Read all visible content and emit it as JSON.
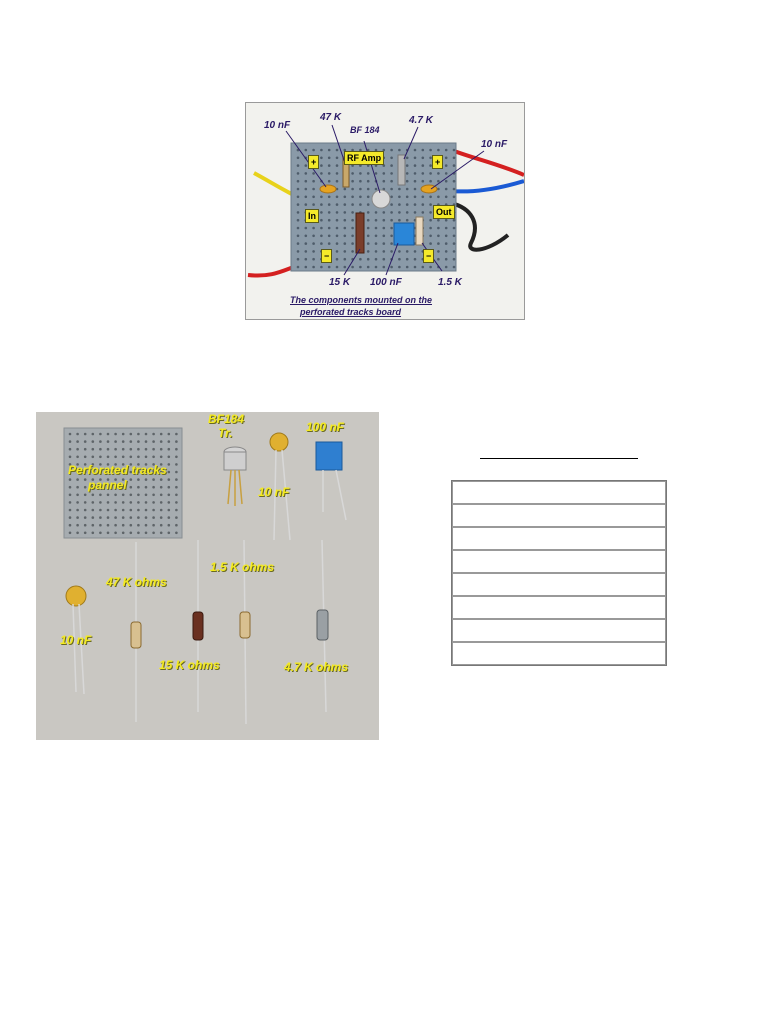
{
  "photo_top": {
    "labels": {
      "cap_left": "10 nF",
      "res_47k": "47 K",
      "transistor": "BF 184",
      "res_4_7k": "4.7 K",
      "cap_right": "10 nF",
      "res_15k": "15 K",
      "cap_100n": "100 nF",
      "res_1_5k": "1.5 K"
    },
    "board_tags": {
      "title": "RF Amp",
      "plus_left": "+",
      "plus_right": "+",
      "in": "In",
      "out": "Out",
      "minus_left": "−",
      "minus_right": "−"
    },
    "caption_line1": "The components mounted on the",
    "caption_line2": "perforated tracks board"
  },
  "photo_bottom": {
    "labels": {
      "panel_line1": "Perforated tracks",
      "panel_line2": "pannel",
      "transistor_line1": "BF184",
      "transistor_line2": "Tr.",
      "cap_10n_top": "10 nF",
      "cap_100n": "100 nF",
      "res_47k": "47 K ohms",
      "res_1_5k": "1.5 K ohms",
      "cap_10n_left": "10 nF",
      "res_15k": "15 K ohms",
      "res_4_7k": "4.7 K ohms"
    }
  },
  "parts_table": {
    "rows": [
      "",
      "",
      "",
      "",
      "",
      "",
      "",
      ""
    ]
  }
}
